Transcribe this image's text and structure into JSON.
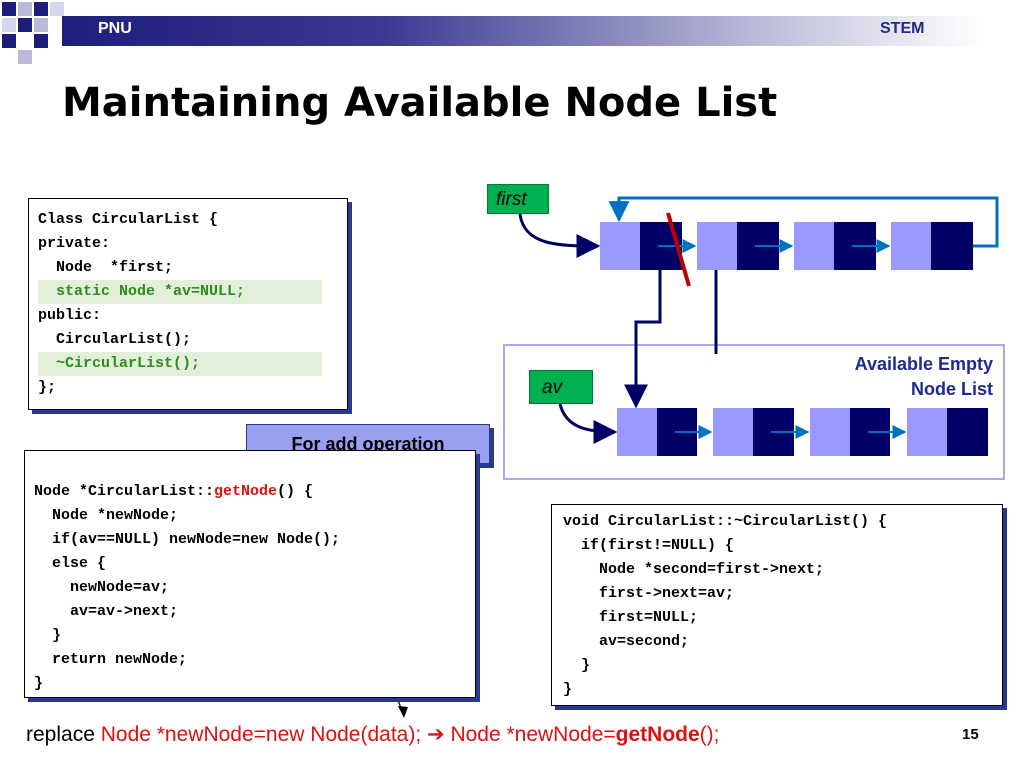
{
  "header": {
    "left": "PNU",
    "right": "STEM"
  },
  "title": "Maintaining Available Node List",
  "class_code": {
    "lines": [
      "Class CircularList {",
      "private:",
      "  Node  *first;",
      "public:",
      "  CircularList();",
      "};"
    ],
    "highlight": [
      "  static Node *av=NULL;",
      "  ~CircularList();"
    ]
  },
  "add_label": "For add operation",
  "getnode_code": {
    "prefix": "Node *CircularList::",
    "fn": "getNode",
    "suffix": "() {",
    "lines": [
      "  Node *newNode;",
      "  if(av==NULL) newNode=new Node();",
      "  else {",
      "    newNode=av;",
      "    av=av->next;",
      "  }",
      "  return newNode;",
      "}"
    ]
  },
  "destructor_code": {
    "lines": [
      "void CircularList::~CircularList() {",
      "  if(first!=NULL) {",
      "    Node *second=first->next;",
      "    first->next=av;",
      "    first=NULL;",
      "    av=second;",
      "  }",
      "}"
    ]
  },
  "diagram": {
    "first_label": "first",
    "av_label": "av",
    "avail_title_1": "Available Empty",
    "avail_title_2": "Node List",
    "colors": {
      "data": "#9999ff",
      "link": "#000066",
      "arrow": "#0070c0",
      "tag": "#00b050",
      "cut": "#c00000"
    }
  },
  "caption": {
    "prefix": "replace ",
    "old": "Node *newNode=new Node(data);",
    "arrow": " ➔ ",
    "new1": "Node *newNode=",
    "new_bold": "getNode",
    "new2": "();"
  },
  "page_number": "15"
}
